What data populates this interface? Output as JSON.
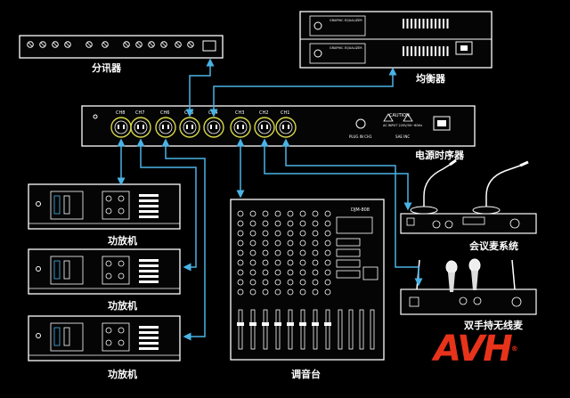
{
  "labels": {
    "splitter": "分讯器",
    "equalizer": "均衡器",
    "sequencer": "电源时序器",
    "amp": "功放机",
    "mixer": "调音台",
    "conference_mic": "会议麦系统",
    "wireless_mic": "双手持无线麦"
  },
  "sequencer_panel": {
    "channels": [
      "CH8",
      "CH7",
      "CH6",
      "CH5",
      "CH4",
      "CH3",
      "CH2",
      "CH1"
    ],
    "caution_title": "CAUTION",
    "plug_in": "PLUG IN CH1",
    "ac_input": "AC INPUT 220V/50~60Hz",
    "model": "SAE INC"
  },
  "equalizer_panel": {
    "title": "GRAPHIC EQUALIZER"
  },
  "mixer_panel": {
    "model": "DJM-808"
  },
  "brand": {
    "logo": "AVH",
    "registered": "®",
    "color": "#e8331b"
  },
  "colors": {
    "cable": "#4ab3e6",
    "device_line": "#ffffff",
    "outlet_ring": "#d8d84a"
  }
}
